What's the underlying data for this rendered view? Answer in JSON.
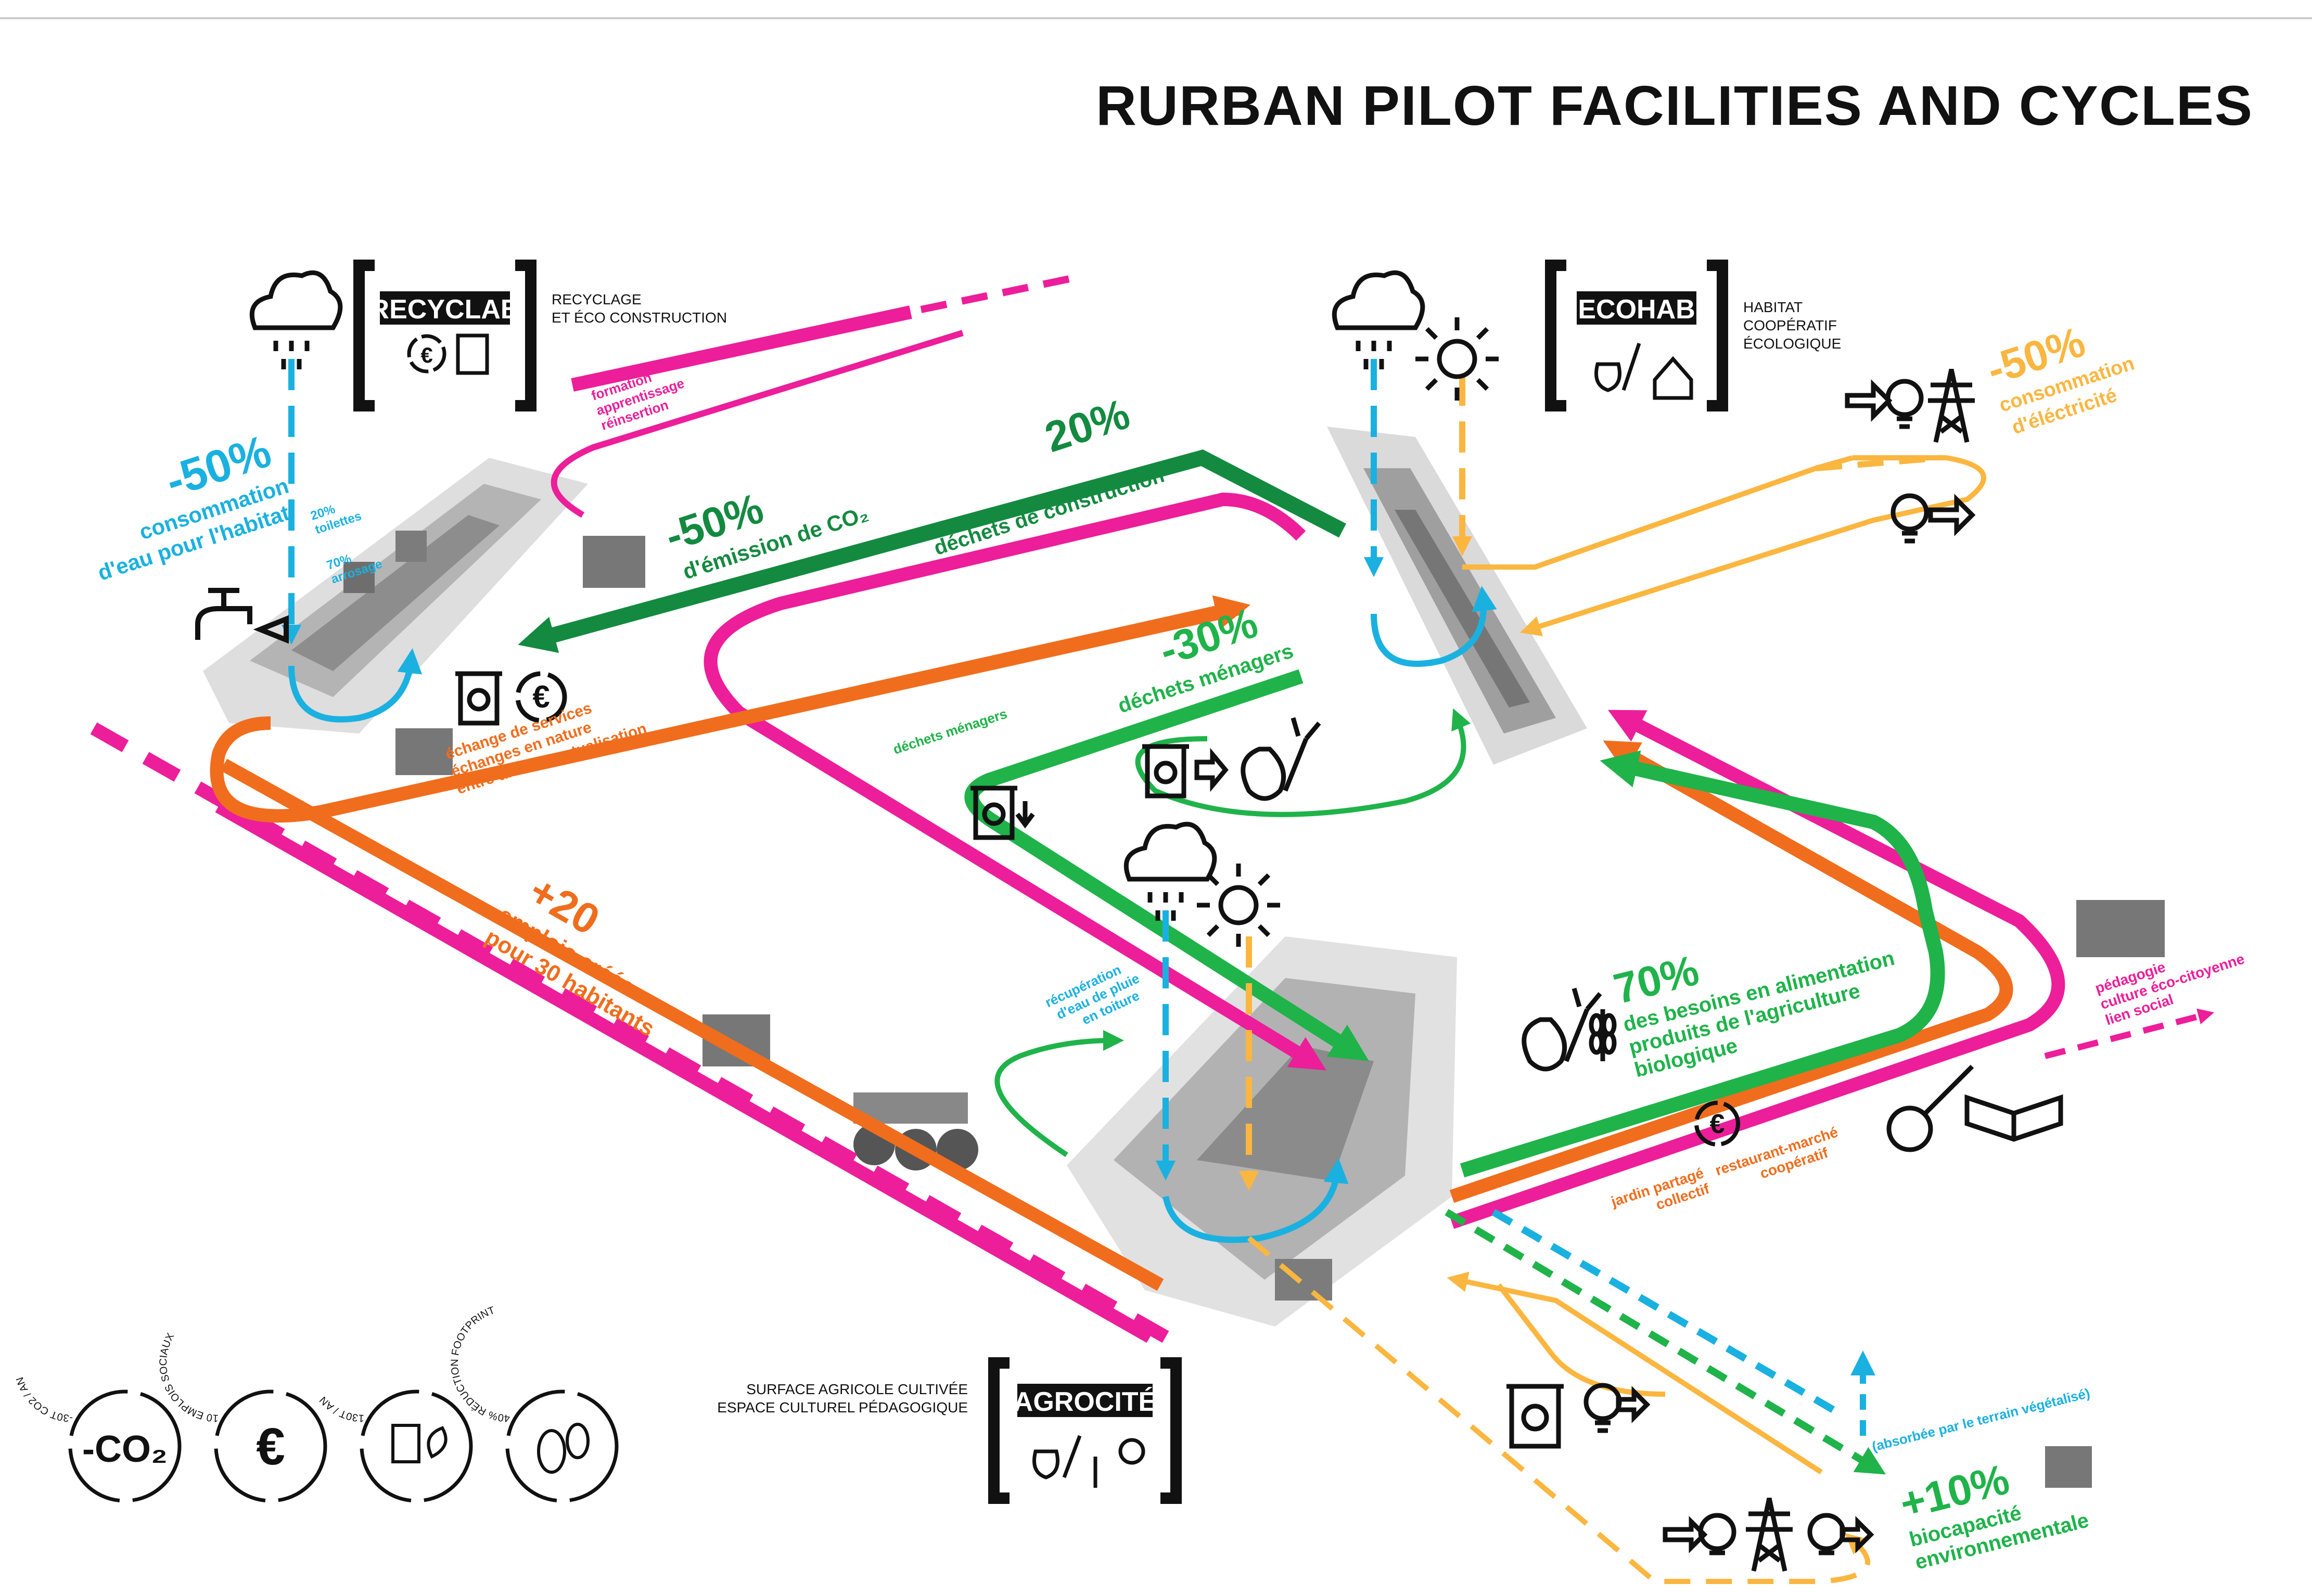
{
  "title": "RURBAN PILOT FACILITIES AND CYCLES",
  "colors": {
    "water": "#1ab1e0",
    "energy": "#fbb640",
    "social": "#ec1e9a",
    "economy": "#f06d1d",
    "waste": "#138a40",
    "food": "#1fb34a"
  },
  "facilities": {
    "recyclab": {
      "name": "RECYCLAB",
      "desc1": "RECYCLAGE",
      "desc2": "ET ÉCO CONSTRUCTION"
    },
    "ecohab": {
      "name": "ECOHAB",
      "desc1": "HABITAT",
      "desc2": "COOPÉRATIF",
      "desc3": "ÉCOLOGIQUE"
    },
    "agrocite": {
      "name": "AGROCITÉ",
      "desc1": "SURFACE AGRICOLE CULTIVÉE",
      "desc2": "ESPACE CULTUREL PÉDAGOGIQUE"
    }
  },
  "labels": {
    "water_pct": "-50%",
    "water_l1": "consommation",
    "water_l2": "d'eau pour l'habitat",
    "toilets_pct": "20%",
    "toilets": "toilettes",
    "watering_pct": "70%",
    "watering": "arrosage",
    "training1": "formation",
    "training2": "apprentissage",
    "training3": "réinsertion",
    "co2_pct": "-50%",
    "co2_label": "d'émission de CO₂",
    "constr_pct": "20%",
    "constr_label": "déchets de construction",
    "elec_pct": "-50%",
    "elec_l1": "consommation",
    "elec_l2": "d'éléctricité",
    "hh_pct": "-30%",
    "hh_label": "déchets ménagers",
    "hh_small": "déchets ménagers",
    "exch1": "échange de services",
    "exch2": "échanges en nature",
    "exch3": "entre-aide et mutualisation",
    "jobs_num": "+20",
    "jobs1": "emplois créés",
    "jobs2": "pour 30 habitants",
    "rain1": "récupération",
    "rain2": "d'eau de pluie",
    "rain3": "en toiture",
    "food_pct": "70%",
    "food1": "des besoins en alimentation",
    "food2": "produits de l'agriculture",
    "food3": "biologique",
    "edu1": "pédagogie",
    "edu2": "culture éco-citoyenne",
    "edu3": "lien social",
    "garden1": "jardin partagé",
    "garden2": "collectif",
    "market1": "restaurant-marché",
    "market2": "coopératif",
    "absorb": "(absorbée par le terrain végétalisé)",
    "bio_pct": "+10%",
    "bio1": "biocapacité",
    "bio2": "environnementale"
  },
  "badges": [
    {
      "ring": "-30T CO2 / AN",
      "symbol": "-CO₂"
    },
    {
      "ring": "10 EMPLOIS SOCIAUX",
      "symbol": "€"
    },
    {
      "ring": "130T / AN",
      "symbol": ""
    },
    {
      "ring": "40% RÉDUCTION FOOTPRINT",
      "symbol": ""
    }
  ],
  "icons": [
    "rain-cloud-icon",
    "sun-icon",
    "bulb-icon",
    "pylon-icon",
    "recycle-bin-icon",
    "euro-cycle-icon",
    "fruit-vegetable-icon",
    "wheat-icon",
    "house-icon",
    "faucet-icon",
    "guitar-icon",
    "book-icon"
  ]
}
